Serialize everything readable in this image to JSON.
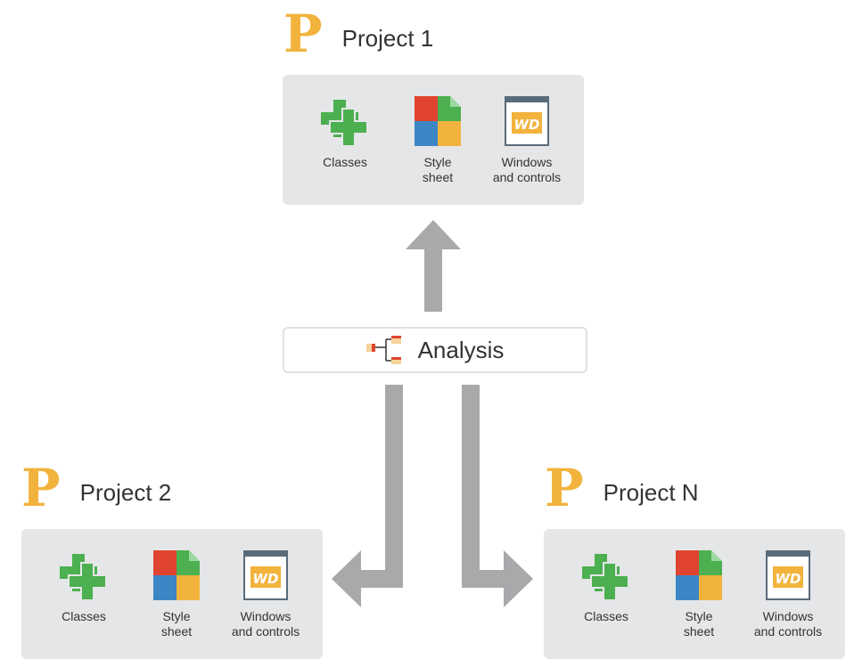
{
  "projects": [
    {
      "name": "Project 1",
      "logo": "P",
      "items": [
        {
          "label": "Classes",
          "icon": "classes-icon"
        },
        {
          "label": "Style\nsheet",
          "icon": "style-sheet-icon"
        },
        {
          "label": "Windows\nand controls",
          "icon": "windows-controls-icon"
        }
      ]
    },
    {
      "name": "Project 2",
      "logo": "P",
      "items": [
        {
          "label": "Classes",
          "icon": "classes-icon"
        },
        {
          "label": "Style\nsheet",
          "icon": "style-sheet-icon"
        },
        {
          "label": "Windows\nand controls",
          "icon": "windows-controls-icon"
        }
      ]
    },
    {
      "name": "Project N",
      "logo": "P",
      "items": [
        {
          "label": "Classes",
          "icon": "classes-icon"
        },
        {
          "label": "Style\nsheet",
          "icon": "style-sheet-icon"
        },
        {
          "label": "Windows\nand controls",
          "icon": "windows-controls-icon"
        }
      ]
    }
  ],
  "analysis": {
    "label": "Analysis",
    "icon": "analysis-tree-icon"
  },
  "wd_badge": "WD",
  "colors": {
    "logo": "#f2b33d",
    "panel": "#e5e6e8",
    "arrow": "#a8a9ab",
    "classes": "#4caf50"
  }
}
